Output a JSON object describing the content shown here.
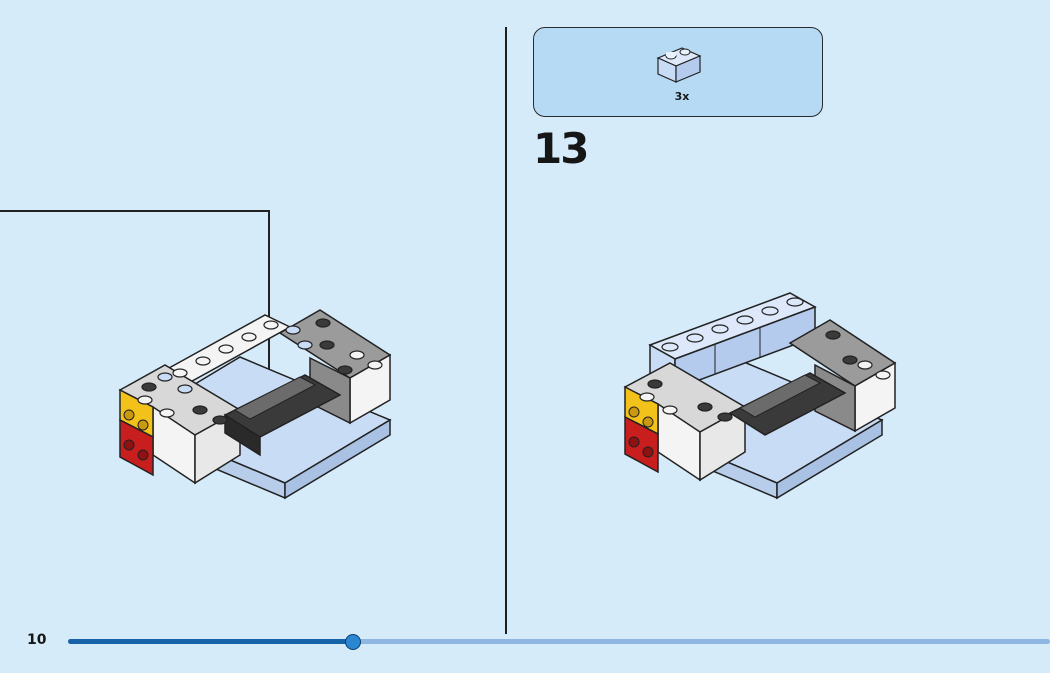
{
  "page": {
    "number": "10"
  },
  "progress": {
    "percent": 29
  },
  "right_step": {
    "step_number": "13",
    "parts": [
      {
        "part_name": "light-blue-1x2-brick",
        "quantity": "3x",
        "color": "#c9dcf5"
      }
    ]
  },
  "left_step": {
    "callout": "arrow-to-model"
  },
  "colors": {
    "background": "#d6ebfa",
    "parts_box": "#b6daf4",
    "progress_fill": "#1763a8",
    "progress_track": "#8fb6e3",
    "brick_light_blue": "#c9dcf5",
    "brick_white": "#f4f4f4",
    "brick_gray": "#9b9b9b",
    "brick_dark": "#3a3a3a",
    "brick_yellow": "#f2c21a",
    "brick_red": "#c81e1e"
  }
}
